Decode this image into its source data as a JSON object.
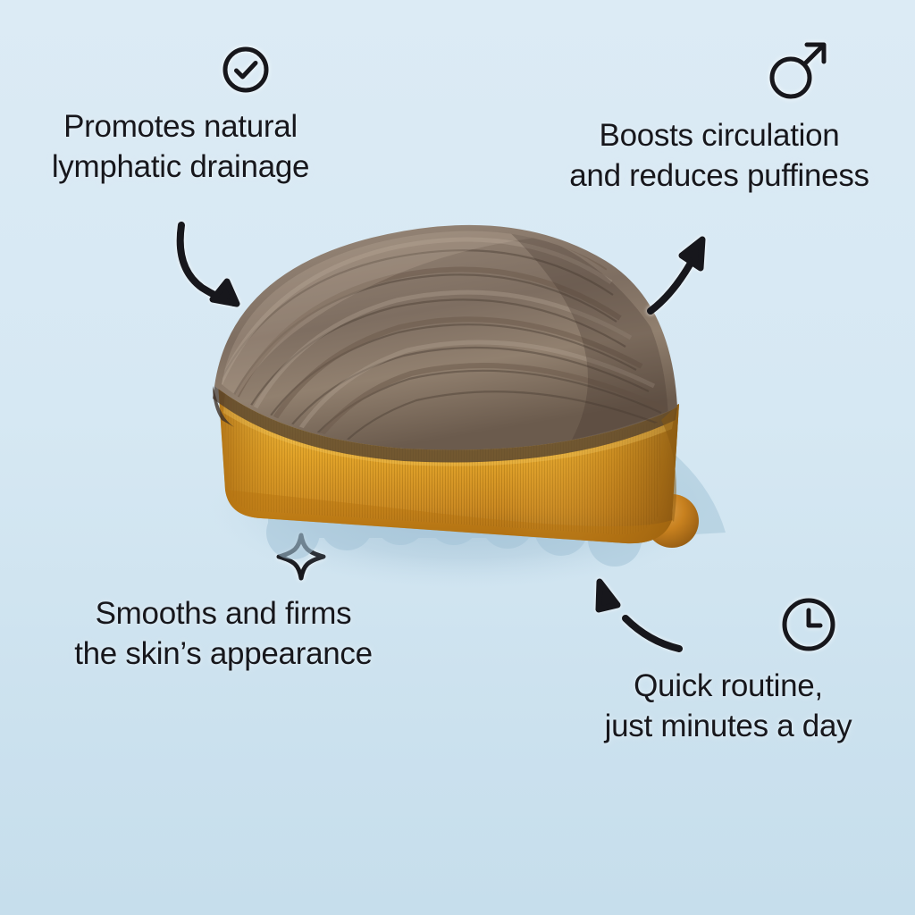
{
  "scene": {
    "title": "Wooden body massage brush benefits",
    "background_top_color": "#dcebf5",
    "background_bottom_color": "#c6deec",
    "text_color": "#17171c",
    "stroke_color": "#17171c"
  },
  "callouts": [
    {
      "id": "lymphatic",
      "icon": "check-circle-icon",
      "label": "Promotes natural\nlymphatic drainage",
      "position": "top-left"
    },
    {
      "id": "circulation",
      "icon": "mars-symbol-icon",
      "label": "Boosts circulation\nand reduces puffiness",
      "position": "top-right"
    },
    {
      "id": "smooths",
      "icon": "sparkle-icon",
      "label": "Smooths and firms\nthe skin’s appearance",
      "position": "bottom-left"
    },
    {
      "id": "quick",
      "icon": "clock-icon",
      "label": "Quick routine,\njust minutes a day",
      "position": "bottom-right"
    }
  ],
  "arrows": [
    {
      "id": "arrow-to-product-top-left",
      "from": "lymphatic",
      "direction": "down-right"
    },
    {
      "id": "arrow-from-product-top-right",
      "from": "product",
      "direction": "up-right"
    },
    {
      "id": "arrow-from-product-bottom-right",
      "from": "product",
      "direction": "up-left"
    }
  ],
  "product": {
    "name": "wooden massage brush",
    "wood_top_color": "#8a7a6c",
    "wood_top_shadow_color": "#5a4c42",
    "body_color": "#e0a020",
    "body_highlight_color": "#f0bc45",
    "body_shadow_color": "#9b6516",
    "nub_color": "#c9821f",
    "nub_count": 9,
    "shadow_color": "#a8c6d8"
  }
}
